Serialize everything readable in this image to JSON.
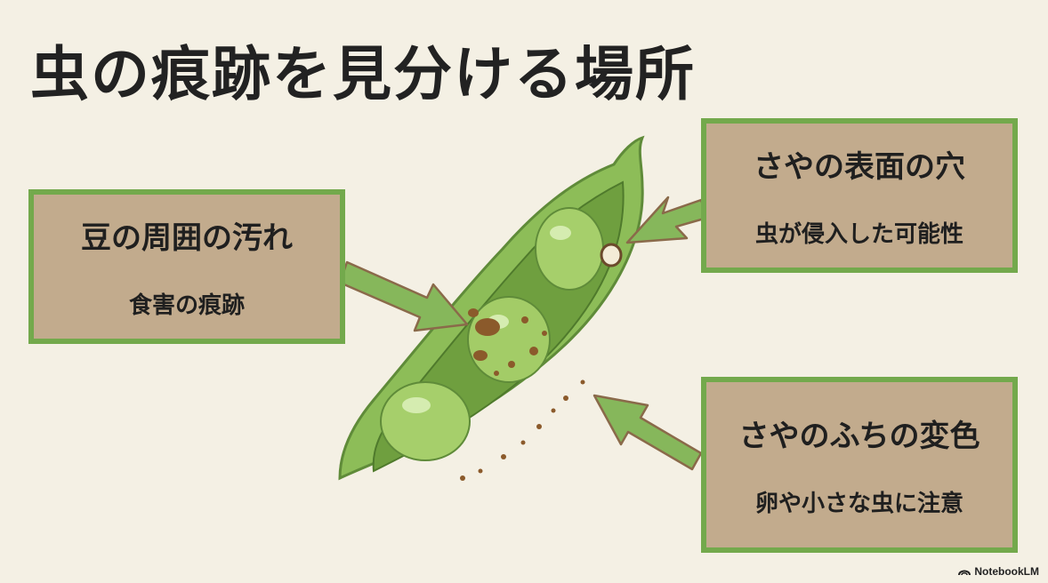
{
  "title": "虫の痕跡を見分ける場所",
  "callouts": {
    "left": {
      "heading": "豆の周囲の汚れ",
      "sub": "食害の痕跡"
    },
    "top_right": {
      "heading": "さやの表面の穴",
      "sub": "虫が侵入した可能性"
    },
    "bottom_right": {
      "heading": "さやのふちの変色",
      "sub": "卵や小さな虫に注意"
    }
  },
  "brand": {
    "label": "NotebookLM",
    "icon": "notebooklm-logo-icon"
  },
  "colors": {
    "background": "#f4f0e4",
    "box_fill": "#c2ab8d",
    "box_border": "#73a94c",
    "arrow": "#86b75b",
    "arrow_outline": "#8a6a4a",
    "pod": "#8dbd58",
    "bean": "#a6cf6b"
  }
}
